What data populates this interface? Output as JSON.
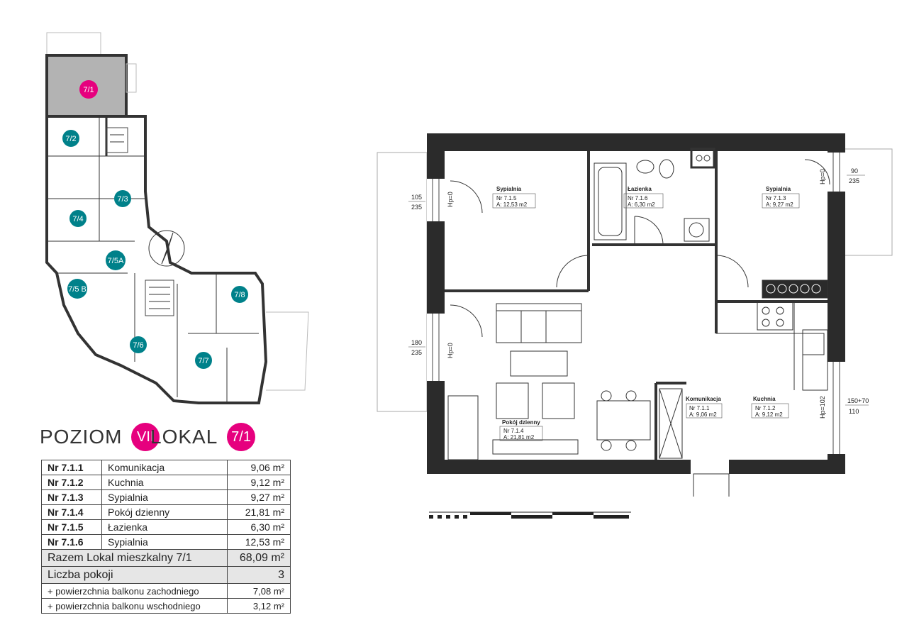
{
  "keyplan": {
    "units": [
      {
        "label": "7/1",
        "highlight": true
      },
      {
        "label": "7/2"
      },
      {
        "label": "7/3"
      },
      {
        "label": "7/4"
      },
      {
        "label": "7/5A"
      },
      {
        "label": "7/5 B"
      },
      {
        "label": "7/6"
      },
      {
        "label": "7/7"
      },
      {
        "label": "7/8"
      }
    ],
    "accent_color": "#e6007e",
    "unit_badge_color": "#00818a"
  },
  "heading": {
    "level_label": "POZIOM",
    "level_value": "VII",
    "unit_label": "LOKAL",
    "unit_value": "7/1"
  },
  "areas": {
    "rows": [
      {
        "nr": "Nr 7.1.1",
        "name": "Komunikacja",
        "area": "9,06 m²"
      },
      {
        "nr": "Nr 7.1.2",
        "name": "Kuchnia",
        "area": "9,12 m²"
      },
      {
        "nr": "Nr 7.1.3",
        "name": "Sypialnia",
        "area": "9,27 m²"
      },
      {
        "nr": "Nr 7.1.4",
        "name": "Pokój dzienny",
        "area": "21,81 m²"
      },
      {
        "nr": "Nr 7.1.5",
        "name": "Łazienka",
        "area": "6,30 m²"
      },
      {
        "nr": "Nr 7.1.6",
        "name": "Sypialnia",
        "area": "12,53 m²"
      }
    ],
    "total_label": "Razem Lokal mieszkalny 7/1",
    "total_value": "68,09 m²",
    "rooms_label": "Liczba pokoji",
    "rooms_value": "3",
    "balcony_west_label": "+ powierzchnia balkonu zachodniego",
    "balcony_west_value": "7,08 m²",
    "balcony_east_label": "+ powierzchnia balkonu wschodniego",
    "balcony_east_value": "3,12 m²"
  },
  "plan": {
    "rooms": [
      {
        "name": "Sypialnia",
        "nr": "Nr 7.1.5",
        "area": "A: 12,53 m2"
      },
      {
        "name": "Łazienka",
        "nr": "Nr 7.1.6",
        "area": "A: 6,30 m2"
      },
      {
        "name": "Sypialnia",
        "nr": "Nr 7.1.3",
        "area": "A: 9,27 m2"
      },
      {
        "name": "Pokój dzienny",
        "nr": "Nr 7.1.4",
        "area": "A: 21,81 m2"
      },
      {
        "name": "Komunikacja",
        "nr": "Nr 7.1.1",
        "area": "A: 9,06 m2"
      },
      {
        "name": "Kuchnia",
        "nr": "Nr 7.1.2",
        "area": "A: 9,12 m2"
      }
    ],
    "windows": [
      {
        "top": "105",
        "bottom": "235",
        "hp": "Hp=0"
      },
      {
        "top": "180",
        "bottom": "235",
        "hp": "Hp=0"
      },
      {
        "top": "90",
        "bottom": "235",
        "hp": "Hp=0"
      },
      {
        "top": "150+70",
        "bottom": "110",
        "hp": "Hp=102"
      }
    ]
  }
}
